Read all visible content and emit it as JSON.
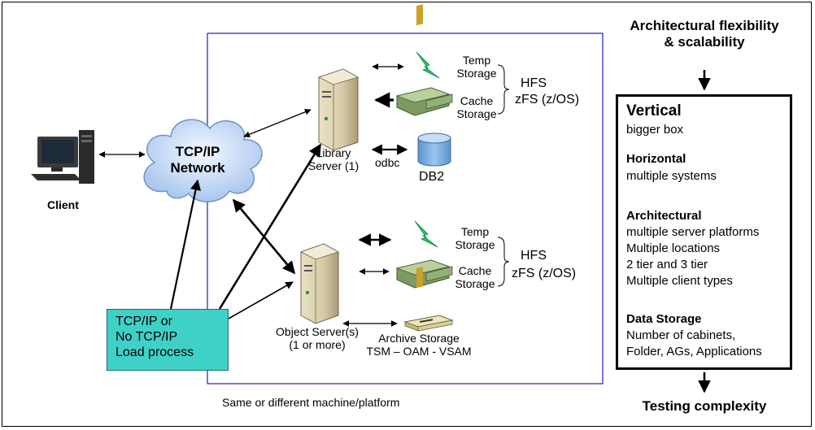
{
  "diagram": {
    "client_label": "Client",
    "network_label_line1": "TCP/IP",
    "network_label_line2": "Network",
    "library_server_line1": "Library",
    "library_server_line2": "Server (1)",
    "object_server_line1": "Object Server(s)",
    "object_server_line2": "(1 or more)",
    "odbc_label": "odbc",
    "db2_label": "DB2",
    "temp_storage_line1": "Temp",
    "temp_storage_line2": "Storage",
    "cache_storage_line1": "Cache",
    "cache_storage_line2": "Storage",
    "hfs_label": "HFS",
    "zfs_label": "zFS (z/OS)",
    "archive_storage_line1": "Archive Storage",
    "archive_storage_line2": "TSM – OAM - VSAM",
    "platform_caption": "Same or different machine/platform",
    "load_box": [
      "TCP/IP or",
      "No TCP/IP",
      "Load process"
    ]
  },
  "right": {
    "title_line1": "Architectural flexibility",
    "title_line2": "& scalability",
    "sections": [
      {
        "heading": "Vertical",
        "lines": [
          "bigger box"
        ]
      },
      {
        "heading": "Horizontal",
        "lines": [
          "multiple systems"
        ]
      },
      {
        "heading": "Architectural",
        "lines": [
          "multiple server platforms",
          "Multiple locations",
          "2 tier and 3 tier",
          "Multiple client types"
        ]
      },
      {
        "heading": "Data Storage",
        "lines": [
          "Number of cabinets,",
          "Folder, AGs, Applications"
        ]
      }
    ],
    "footer": "Testing complexity"
  },
  "colors": {
    "platform_border": "#1f1fb8",
    "load_box_fill": "#3fd1c8",
    "lightning": "#22c46a",
    "db2_cylinder": "#8ab8e6",
    "cloud": "#c9ddf7"
  },
  "icons": [
    "client-computer-icon",
    "network-cloud-icon",
    "server-tower-icon",
    "lightning-icon",
    "money-stack-icon",
    "database-icon",
    "tape-drive-icon"
  ]
}
